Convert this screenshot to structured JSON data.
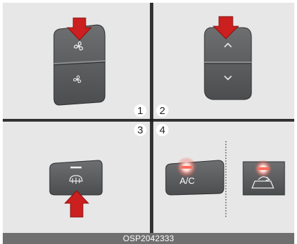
{
  "panels": [
    {
      "number": "1",
      "control": "fan-speed-switch",
      "arrow": "pointing-down-to-upper-button"
    },
    {
      "number": "2",
      "control": "temperature-switch",
      "arrow": "pointing-down-to-upper-button"
    },
    {
      "number": "3",
      "control": "rear-defroster-button",
      "arrow": "pointing-up-to-button"
    },
    {
      "number": "4",
      "control": "ac-and-recirculation-buttons",
      "indicator": "lit"
    }
  ],
  "labels": {
    "num1": "1",
    "num2": "2",
    "num3": "3",
    "num4": "4",
    "ac_button": "A/C",
    "figure_code": "OSP2042333"
  },
  "colors": {
    "panel_bg": "#e7e7e7",
    "divider": "#1c1c1c",
    "button_face": "#5b5c5e",
    "button_dark": "#3d3e40",
    "arrow_red": "#cc1f1f",
    "indicator_glow": "#e8463a",
    "footer_bg": "#6f6f6f"
  },
  "icons": [
    "fan-icon",
    "chevron-up-icon",
    "chevron-down-icon",
    "rear-defrost-icon",
    "recirculation-icon"
  ]
}
